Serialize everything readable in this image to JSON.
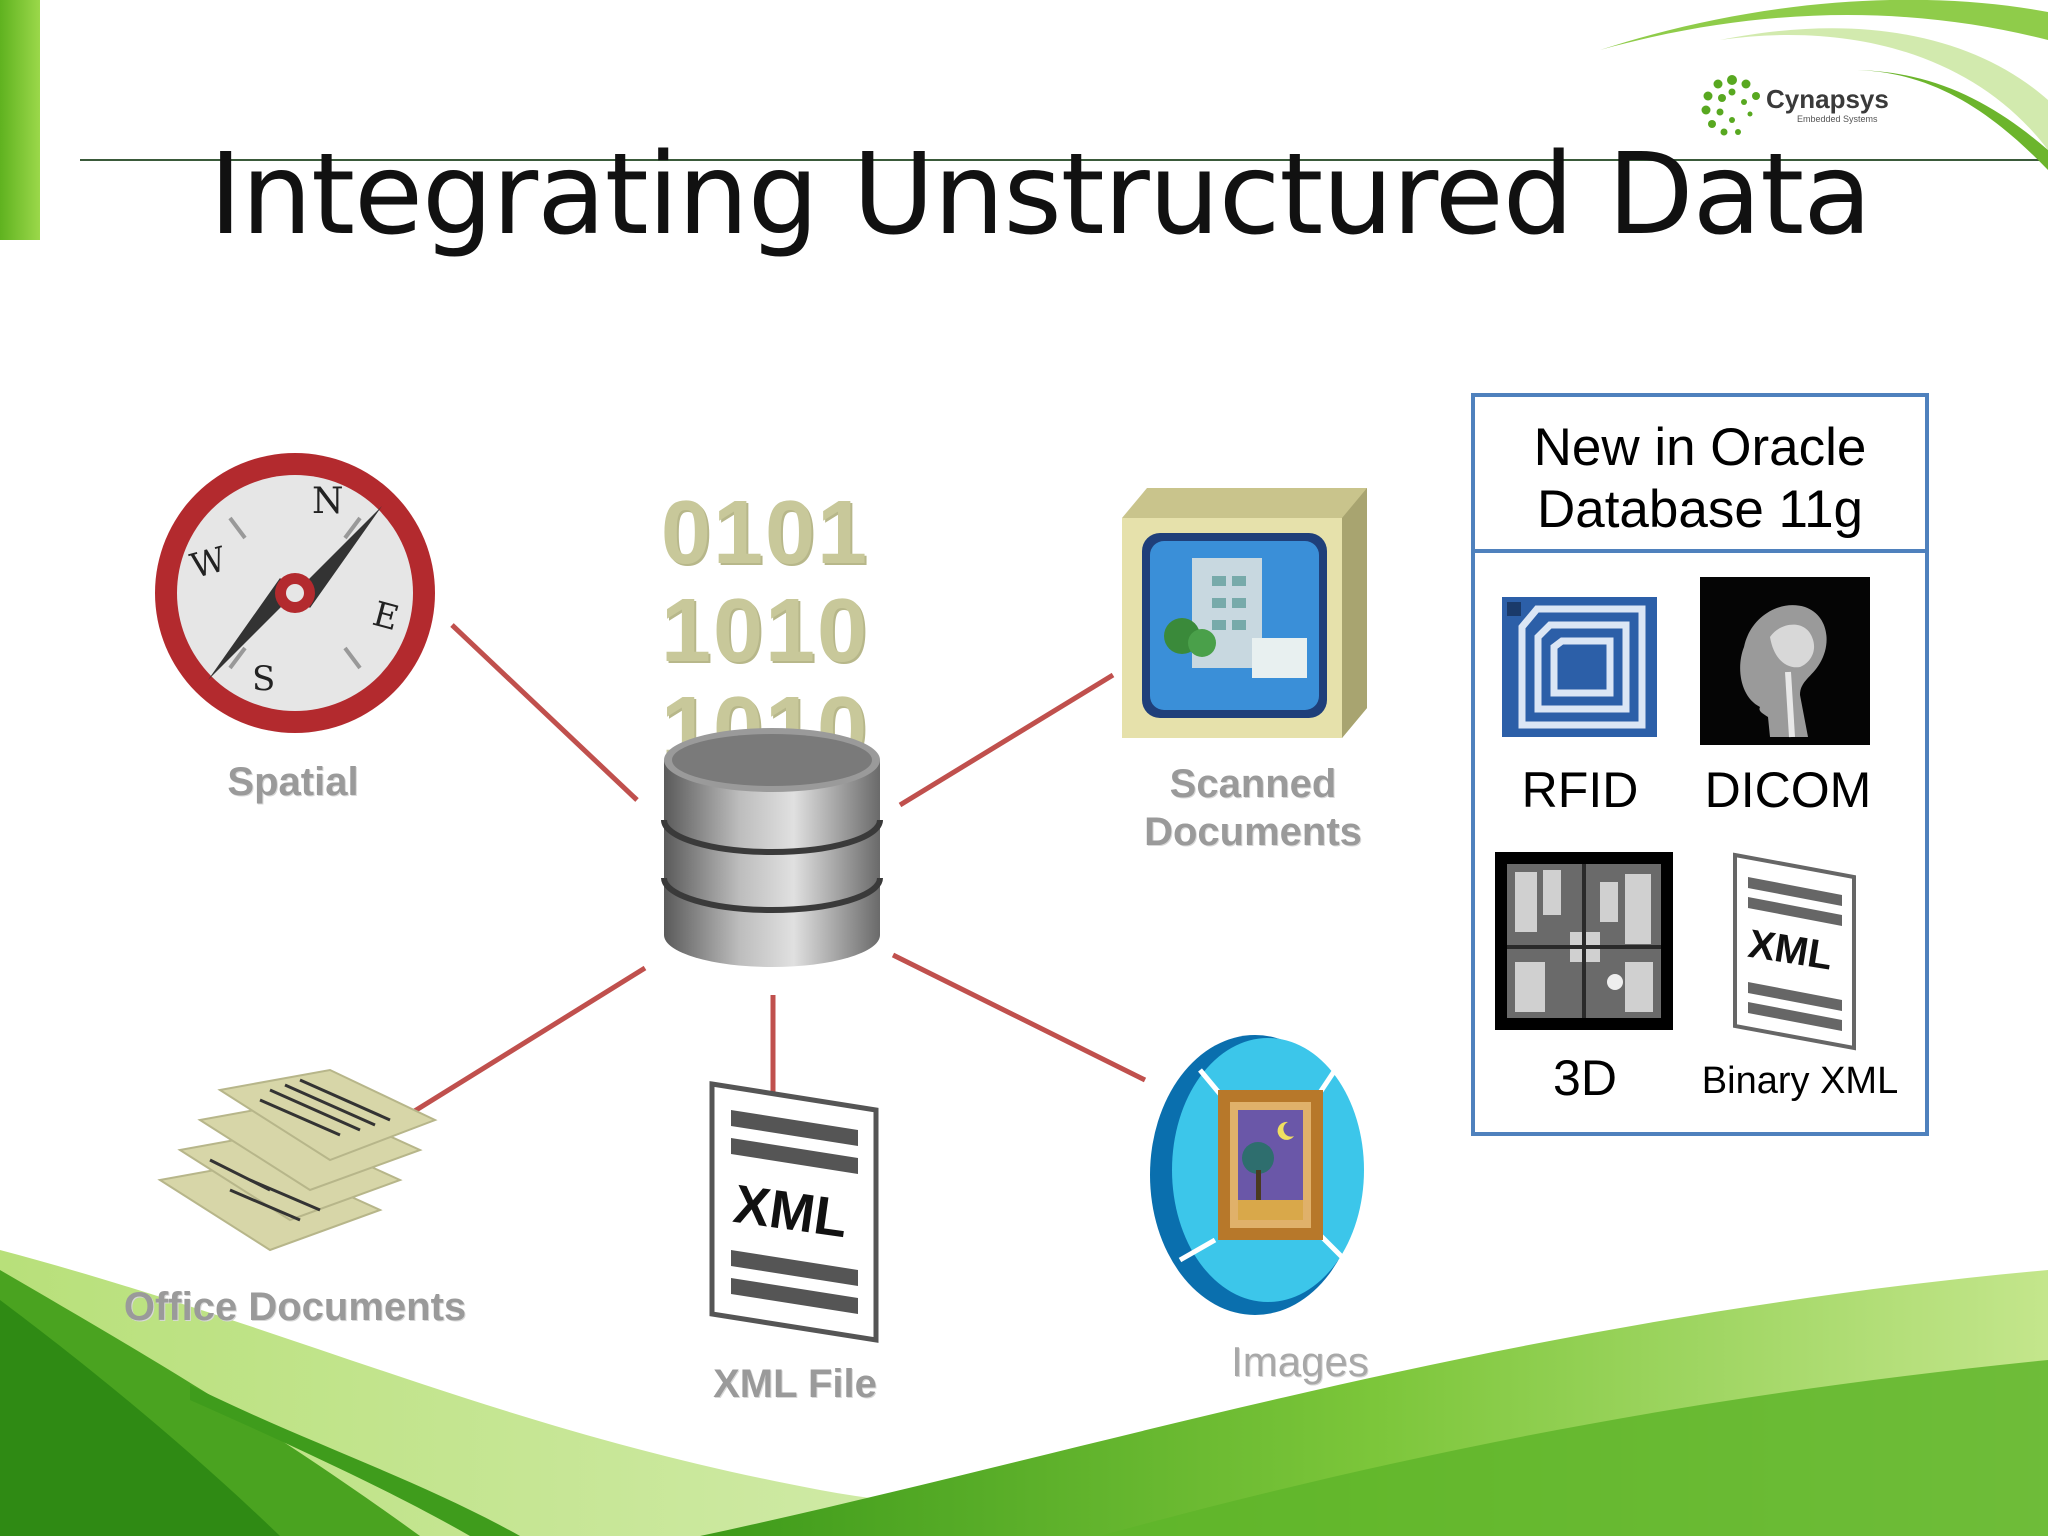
{
  "slide": {
    "title": "Integrating Unstructured Data",
    "brand": {
      "name": "Cynapsys",
      "tagline": "Embedded Systems"
    }
  },
  "diagram": {
    "hub": {
      "binary_lines": [
        "0101",
        "1010",
        "1010"
      ]
    },
    "nodes": [
      {
        "id": "spatial",
        "label": "Spatial"
      },
      {
        "id": "scanned",
        "label_line1": "Scanned",
        "label_line2": "Documents"
      },
      {
        "id": "office",
        "label": "Office Documents"
      },
      {
        "id": "xmlfile",
        "label": "XML File",
        "icon_text": "XML"
      },
      {
        "id": "images",
        "label": "Images"
      }
    ],
    "compass_letters": {
      "n": "N",
      "s": "S",
      "e": "E",
      "w": "W"
    }
  },
  "new_features": {
    "title_line1": "New in Oracle",
    "title_line2": "Database 11g",
    "items": [
      {
        "label": "RFID"
      },
      {
        "label": "DICOM"
      },
      {
        "label": "3D"
      },
      {
        "label": "Binary XML",
        "icon_text": "XML"
      }
    ]
  },
  "colors": {
    "connector": "#c0504d",
    "box_border": "#4f81bd",
    "accent_green": "#7ac143"
  }
}
